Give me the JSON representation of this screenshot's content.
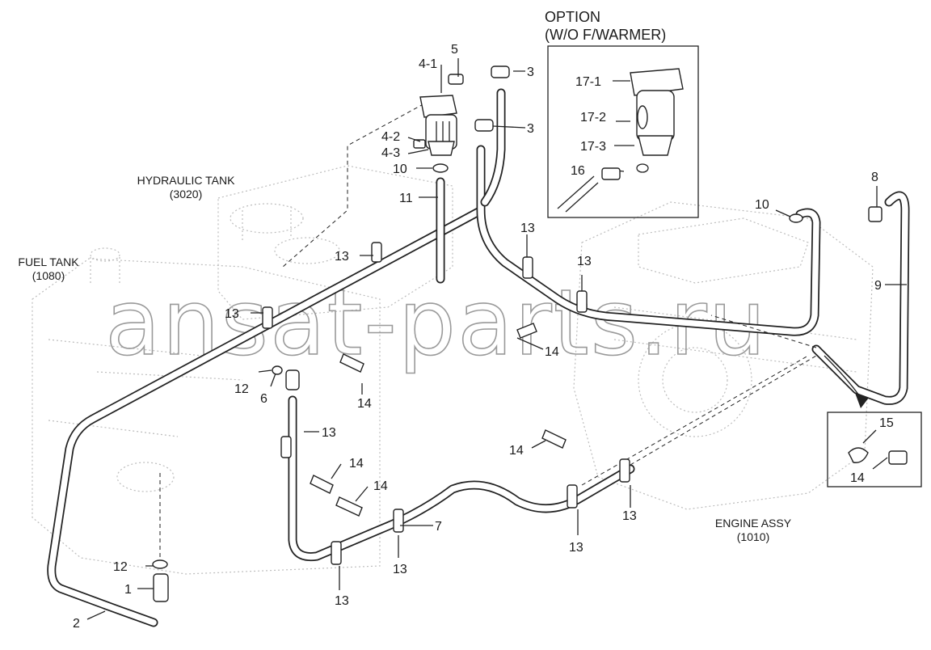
{
  "watermark": "ansat-parts.ru",
  "assemblies": {
    "hydraulic_tank": {
      "name": "HYDRAULIC TANK",
      "code": "(3020)"
    },
    "fuel_tank": {
      "name": "FUEL TANK",
      "code": "(1080)"
    },
    "engine_assy": {
      "name": "ENGINE ASSY",
      "code": "(1010)"
    }
  },
  "option": {
    "title_line1": "OPTION",
    "title_line2": "(W/O F/WARMER)"
  },
  "callouts": {
    "p1": "1",
    "p2": "2",
    "p3a": "3",
    "p3b": "3",
    "p4_1": "4-1",
    "p4_2": "4-2",
    "p4_3": "4-3",
    "p5": "5",
    "p6": "6",
    "p7": "7",
    "p8": "8",
    "p9": "9",
    "p10a": "10",
    "p10b": "10",
    "p11": "11",
    "p12a": "12",
    "p12b": "12",
    "p13a": "13",
    "p13b": "13",
    "p13c": "13",
    "p13d": "13",
    "p13e": "13",
    "p13f": "13",
    "p13g": "13",
    "p13h": "13",
    "p13i": "13",
    "p14a": "14",
    "p14b": "14",
    "p14c": "14",
    "p14d": "14",
    "p14e": "14",
    "p14f": "14",
    "p15": "15",
    "p16": "16",
    "p17_1": "17-1",
    "p17_2": "17-2",
    "p17_3": "17-3"
  }
}
